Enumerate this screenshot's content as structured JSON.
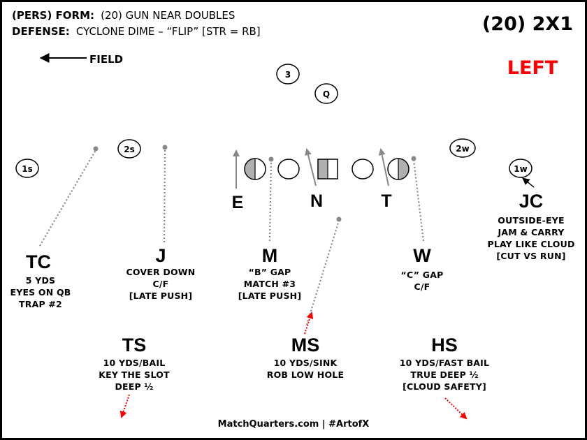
{
  "header": {
    "line1_label": "(PERS) FORM:",
    "line1_value": "(20) GUN NEAR DOUBLES",
    "line2_label": "DEFENSE:",
    "line2_value": "CYCLONE DIME – “FLIP” [STR = RB]",
    "corner_title": "(20) 2X1",
    "direction": "LEFT",
    "field_label": "FIELD"
  },
  "colors": {
    "accent": "#ff0000",
    "route": "#888888",
    "ink": "#000000",
    "shade": "#b0b0b0"
  },
  "offense": {
    "receivers": [
      "1s",
      "2s",
      "2w",
      "1w"
    ],
    "backs": [
      "3",
      "Q"
    ]
  },
  "defenders": {
    "tc": {
      "label": "TC",
      "notes": [
        "5 YDS",
        "EYES ON QB",
        "TRAP #2"
      ]
    },
    "j": {
      "label": "J",
      "notes": [
        "COVER DOWN",
        "C/F",
        "[LATE PUSH]"
      ]
    },
    "m": {
      "label": "M",
      "notes": [
        "“B” GAP",
        "MATCH #3",
        "[LATE PUSH]"
      ]
    },
    "w": {
      "label": "W",
      "notes": [
        "“C” GAP",
        "C/F"
      ]
    },
    "jc": {
      "label": "JC",
      "notes": [
        "OUTSIDE-EYE",
        "JAM & CARRY",
        "PLAY LIKE CLOUD",
        "[CUT VS RUN]"
      ]
    },
    "ts": {
      "label": "TS",
      "notes": [
        "10 YDS/BAIL",
        "KEY THE SLOT",
        "DEEP ½"
      ]
    },
    "ms": {
      "label": "MS",
      "notes": [
        "10 YDS/SINK",
        "ROB LOW HOLE"
      ]
    },
    "hs": {
      "label": "HS",
      "notes": [
        "10 YDS/FAST BAIL",
        "TRUE DEEP ½",
        "[CLOUD SAFETY]"
      ]
    }
  },
  "dline": [
    "E",
    "N",
    "T"
  ],
  "footer": "MatchQuarters.com | #ArtofX"
}
